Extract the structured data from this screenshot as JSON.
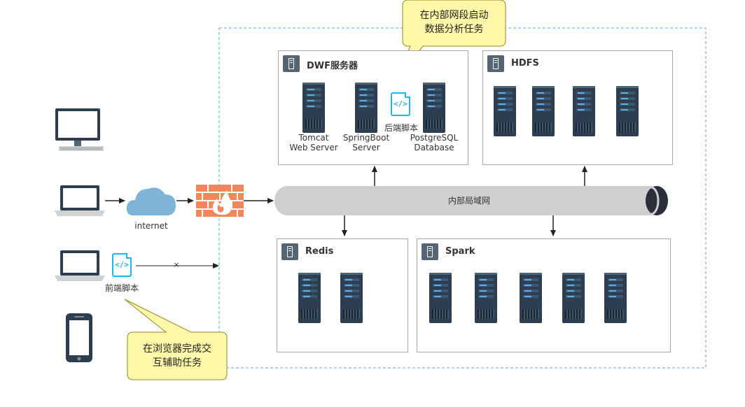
{
  "callouts": {
    "top": [
      "在内部网段启动",
      "数据分析任务"
    ],
    "bottom": [
      "在浏览器完成交",
      "互辅助任务"
    ]
  },
  "network": {
    "internet_label": "internet",
    "lan_label": "内部局域网",
    "blocked_mark": "×"
  },
  "client": {
    "frontend_script_label": "前端脚本"
  },
  "dwf": {
    "title": "DWF服务器",
    "servers": [
      [
        "Tomcat",
        "Web Server"
      ],
      [
        "SpringBoot",
        "Server"
      ],
      [
        "PostgreSQL",
        "Database"
      ]
    ],
    "backend_script_label": "后端脚本"
  },
  "hdfs": {
    "title": "HDFS"
  },
  "redis": {
    "title": "Redis"
  },
  "spark": {
    "title": "Spark"
  },
  "colors": {
    "callout_fill": "#fff8a8",
    "callout_border": "#8a8a2a",
    "dashed_border": "#5aaad6",
    "server": "#2c3e50",
    "cloud": "#7fb4d9",
    "firewall": "#f0875a",
    "script_icon": "#1fb5e8",
    "lan_pipe": "#cfcfcf"
  },
  "icons": [
    "desktop-icon",
    "laptop-icon",
    "cloud-icon",
    "firewall-icon",
    "script-icon",
    "phone-icon",
    "server-icon"
  ]
}
